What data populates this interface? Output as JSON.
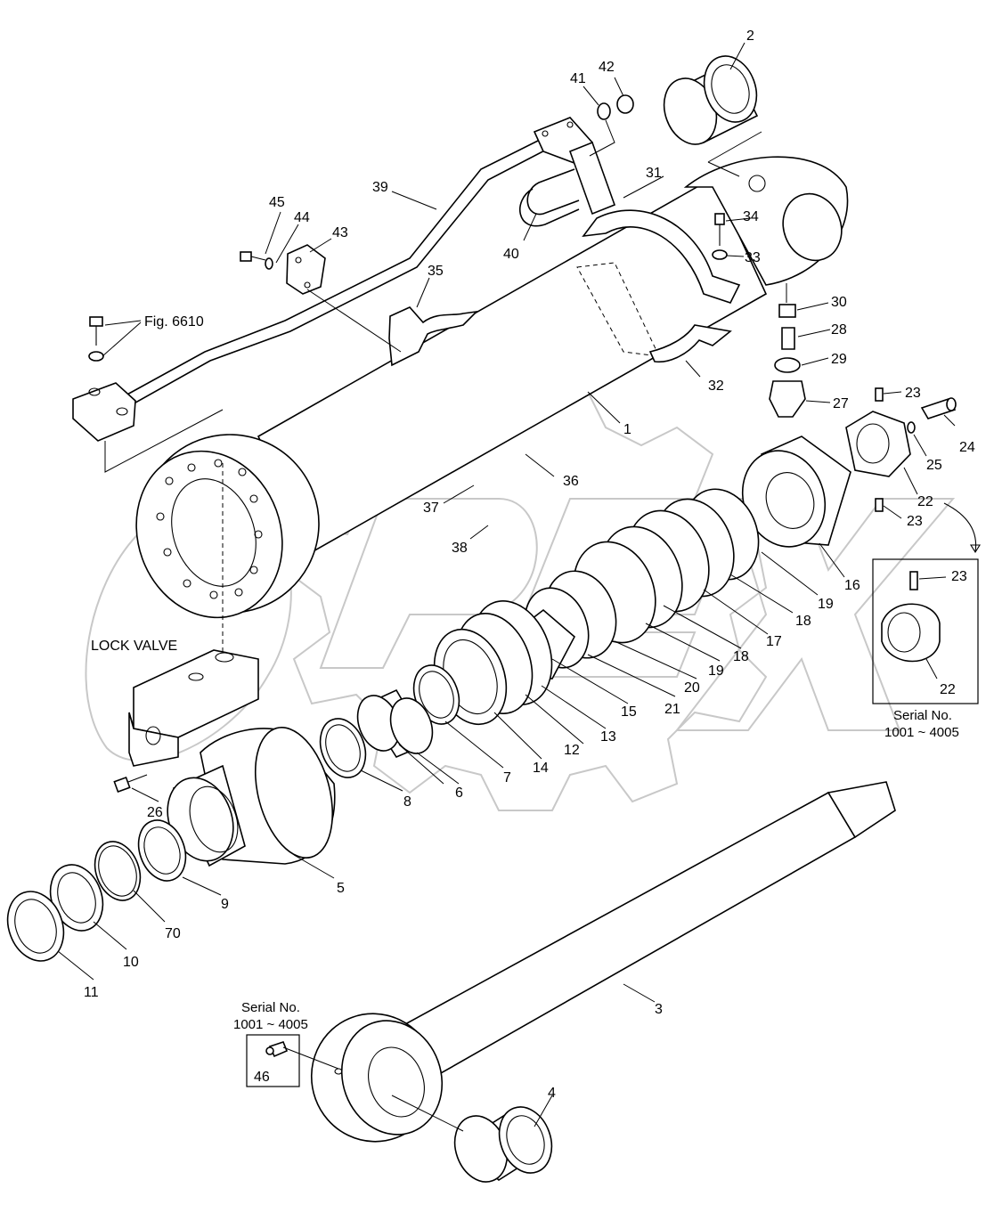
{
  "labels": {
    "p1": "1",
    "p2": "2",
    "p3": "3",
    "p4": "4",
    "p5": "5",
    "p6": "6",
    "p7": "7",
    "p8": "8",
    "p9": "9",
    "p10": "10",
    "p11": "11",
    "p12": "12",
    "p13": "13",
    "p14": "14",
    "p15": "15",
    "p16": "16",
    "p17": "17",
    "p18a": "18",
    "p18b": "18",
    "p19a": "19",
    "p19b": "19",
    "p20": "20",
    "p21": "21",
    "p22a": "22",
    "p22b": "22",
    "p23a": "23",
    "p23b": "23",
    "p23c": "23",
    "p24": "24",
    "p25": "25",
    "p26": "26",
    "p27": "27",
    "p28": "28",
    "p29": "29",
    "p30": "30",
    "p31": "31",
    "p32": "32",
    "p33": "33",
    "p34": "34",
    "p35": "35",
    "p36": "36",
    "p37": "37",
    "p38": "38",
    "p39": "39",
    "p40": "40",
    "p41": "41",
    "p42": "42",
    "p43": "43",
    "p44": "44",
    "p45": "45",
    "p46": "46",
    "p70": "70"
  },
  "notes": {
    "fig_ref": "Fig. 6610",
    "lock_valve": "LOCK VALVE",
    "serial_right_title": "Serial No.",
    "serial_right_range": "1001 ~ 4005",
    "serial_bottom_title": "Serial No.",
    "serial_bottom_range": "1001 ~ 4005"
  },
  "watermark": {
    "text": "OPEX"
  }
}
